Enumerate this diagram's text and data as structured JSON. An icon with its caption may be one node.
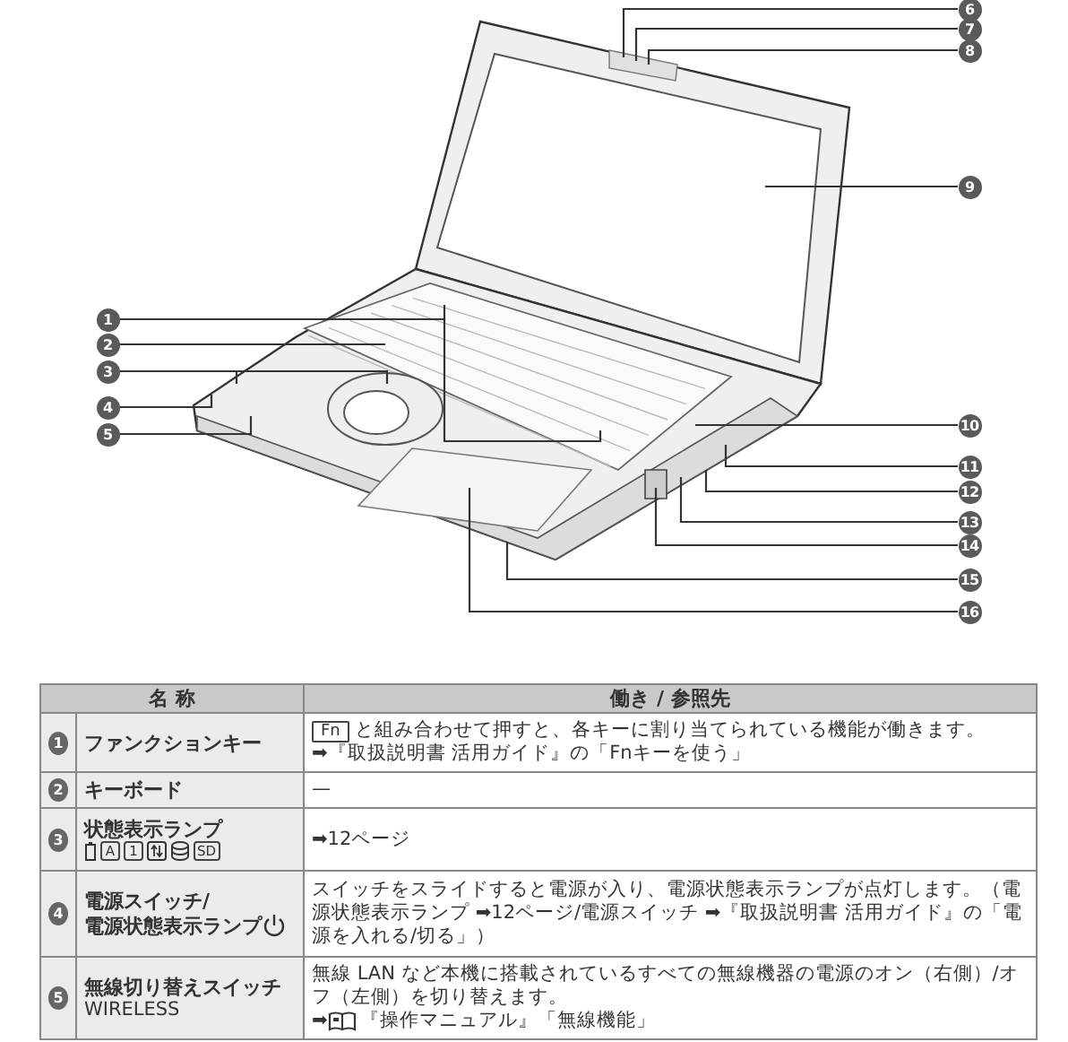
{
  "diagram": {
    "nodes": [
      {
        "text": [
          "1"
        ]
      },
      {
        "text": [
          "2"
        ]
      },
      {
        "text": [
          "3"
        ]
      },
      {
        "text": [
          "4"
        ]
      },
      {
        "text": [
          "5"
        ]
      },
      {
        "text": [
          "6"
        ]
      },
      {
        "text": [
          "7"
        ]
      },
      {
        "text": [
          "8"
        ]
      },
      {
        "text": [
          "9"
        ]
      },
      {
        "text": [
          "10"
        ]
      },
      {
        "text": [
          "11"
        ]
      },
      {
        "text": [
          "12"
        ]
      },
      {
        "text": [
          "13"
        ]
      },
      {
        "text": [
          "14"
        ]
      },
      {
        "text": [
          "15"
        ]
      },
      {
        "text": [
          "16"
        ]
      }
    ],
    "edges": [
      {
        "from": 0,
        "to": null,
        "arrow": "none"
      },
      {
        "from": 0,
        "to": null,
        "arrow": "none"
      },
      {
        "from": 1,
        "to": null,
        "arrow": "none"
      },
      {
        "from": 2,
        "to": null,
        "arrow": "none"
      },
      {
        "from": 2,
        "to": null,
        "arrow": "none"
      },
      {
        "from": 3,
        "to": null,
        "arrow": "none"
      },
      {
        "from": 4,
        "to": null,
        "arrow": "none"
      },
      {
        "from": 5,
        "to": null,
        "arrow": "none"
      },
      {
        "from": 6,
        "to": null,
        "arrow": "none"
      },
      {
        "from": 7,
        "to": null,
        "arrow": "none"
      },
      {
        "from": 8,
        "to": null,
        "arrow": "none"
      },
      {
        "from": 9,
        "to": null,
        "arrow": "none"
      },
      {
        "from": 10,
        "to": null,
        "arrow": "none"
      },
      {
        "from": 11,
        "to": null,
        "arrow": "none"
      },
      {
        "from": 12,
        "to": null,
        "arrow": "none"
      },
      {
        "from": 13,
        "to": null,
        "arrow": "none"
      },
      {
        "from": 14,
        "to": null,
        "arrow": "none"
      },
      {
        "from": 15,
        "to": null,
        "arrow": "none"
      }
    ],
    "labels": [
      "名 称",
      "働き / 参照先",
      "1",
      "ファンクションキー",
      "Fn",
      "と組み合わせて押すと、各キーに割り当てられている機能が働きます。",
      "➡『取扱説明書 活用ガイド』の「Fnキーを使う」",
      "2",
      "キーボード",
      "—",
      "3",
      "状態表示ランプ",
      "A",
      "1",
      "SD",
      "➡12ページ",
      "4",
      "電源スイッチ/",
      "電源状態表示ランプ",
      "スイッチをスライドすると電源が入り、電源状態表示ランプが点灯します。（電源状態表示ランプ ➡12ページ/電源スイッチ ➡『取扱説明書 活用ガイド』の「電源を入れる/切る」）",
      "5",
      "無線切り替えスイッチ",
      "WIRELESS",
      "無線 LAN など本機に搭載されているすべての無線機器の電源のオン（右側）/オフ（左側）を切り替えます。",
      "➡",
      "『操作マニュアル』「無線機能」"
    ]
  }
}
